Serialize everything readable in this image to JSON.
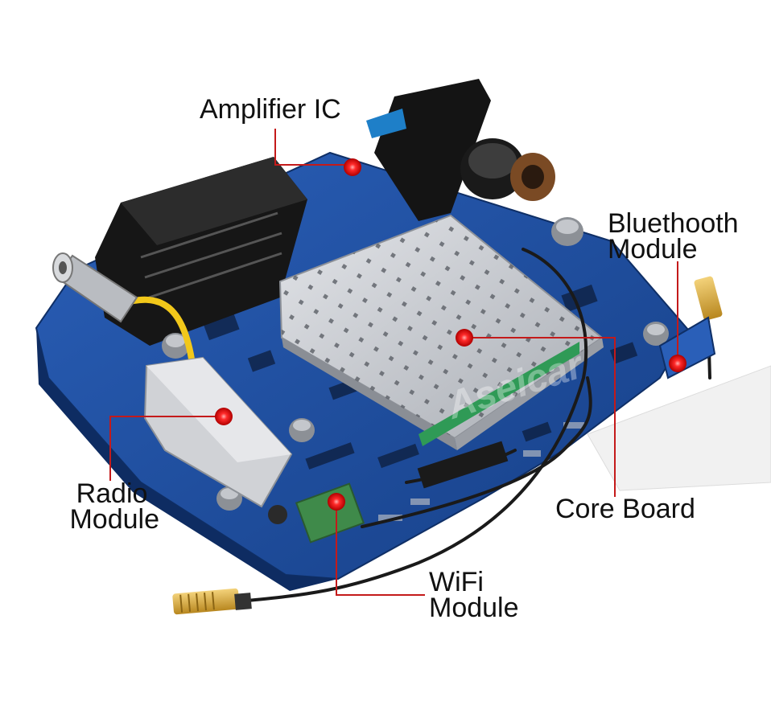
{
  "labels": {
    "amplifier": "Amplifier IC",
    "bluetooth_line1": "Bluethooth",
    "bluetooth_line2": "Module",
    "radio_line1": "Radio",
    "radio_line2": "Module",
    "core": "Core Board",
    "wifi_line1": "WiFi",
    "wifi_line2": "Module"
  },
  "watermark": "Aseicar",
  "colors": {
    "pcb": "#1f4fa0",
    "marker": "#e51f1f",
    "leader_line": "#c41a1a",
    "heatsink": "#c9ccd1"
  }
}
